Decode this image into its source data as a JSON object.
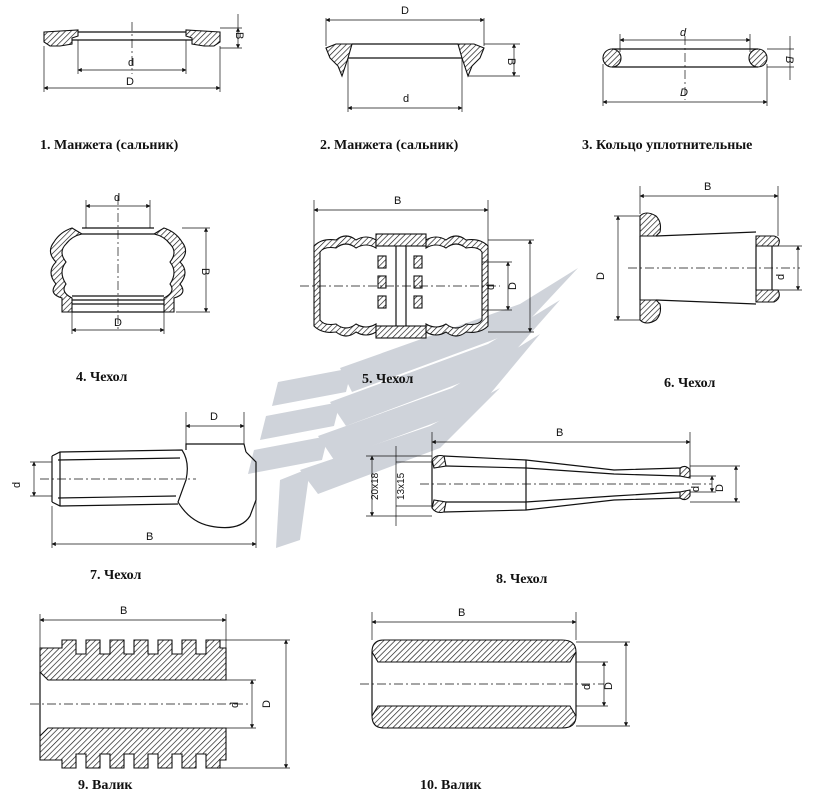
{
  "captions": [
    "1. Манжета  (сальник)",
    "2. Манжета  (сальник)",
    "3. Кольцо уплотнительные",
    "4. Чехол",
    "5. Чехол",
    "6. Чехол",
    "7. Чехол",
    "8. Чехол",
    "9. Валик",
    "10. Валик"
  ],
  "labels": {
    "d": "d",
    "D": "D",
    "B": "B",
    "size_20x18": "20x18",
    "size_13x15": "13x15"
  },
  "colors": {
    "ink": "#111111",
    "watermark": "#cfd3da"
  }
}
